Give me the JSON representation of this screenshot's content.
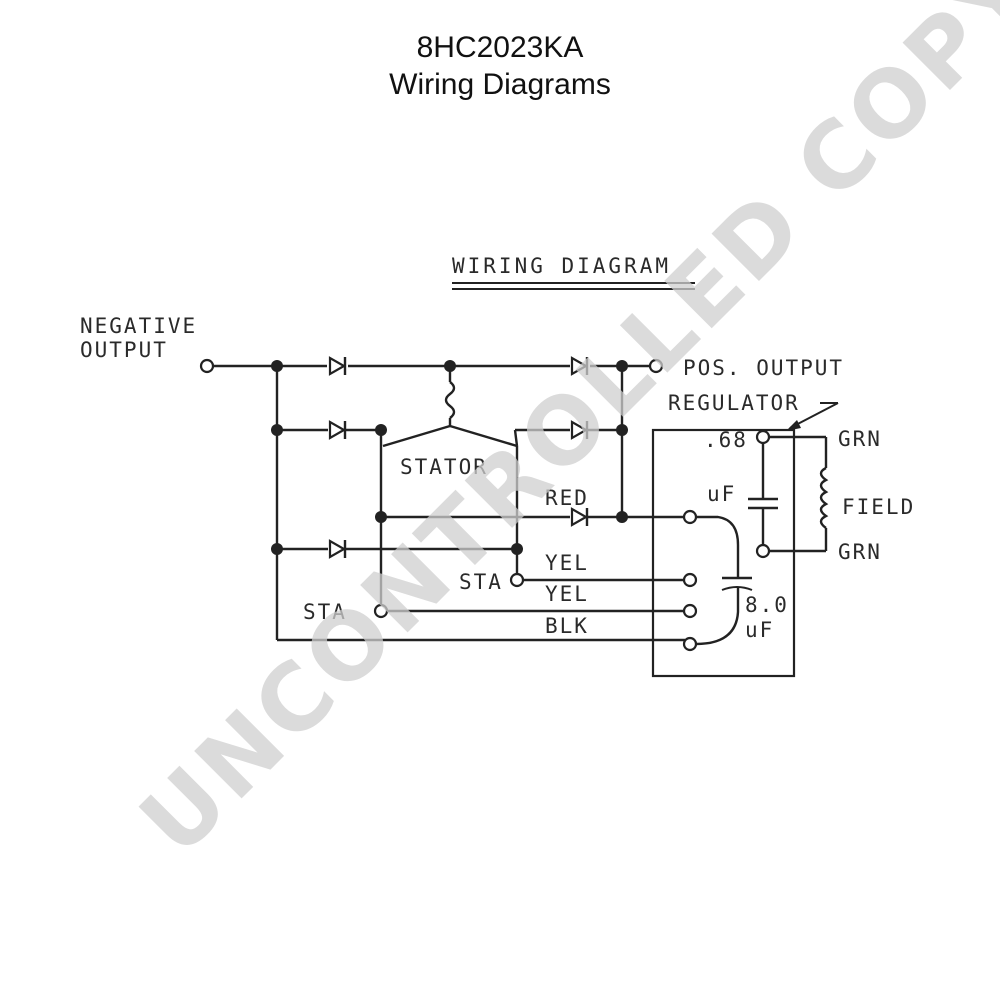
{
  "header": {
    "part_number": "8HC2023KA",
    "subtitle": "Wiring Diagrams"
  },
  "diagram": {
    "title": "WIRING DIAGRAM",
    "labels": {
      "negative_output_1": "NEGATIVE",
      "negative_output_2": "OUTPUT",
      "pos_output": "POS. OUTPUT",
      "regulator": "REGULATOR",
      "stator": "STATOR",
      "red": "RED",
      "yel_1": "YEL",
      "yel_2": "YEL",
      "blk": "BLK",
      "sta_right": "STA",
      "sta_left": "STA",
      "cap_small_1": ".68",
      "cap_small_2": "uF",
      "cap_large_1": "8.0",
      "cap_large_2": "uF",
      "grn_top": "GRN",
      "grn_bottom": "GRN",
      "field": "FIELD"
    }
  },
  "watermark": {
    "text": "UNCONTROLLED COPY",
    "color": "#cfcfcf"
  }
}
